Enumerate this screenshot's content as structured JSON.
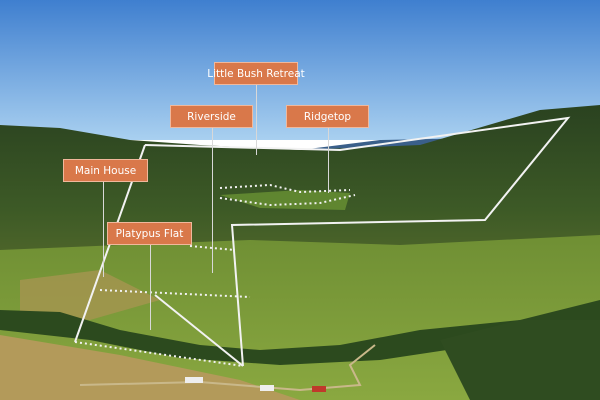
{
  "labels": {
    "little_bush_retreat": "Little Bush Retreat",
    "riverside": "Riverside",
    "ridgetop": "Ridgetop",
    "main_house": "Main House",
    "platypus_flat": "Platypus Flat"
  },
  "colors": {
    "label_bg": "#d9784a",
    "sky_top": "#3f7fcf",
    "sky_bottom": "#a9d0f0",
    "forest": "#2f4a22",
    "pasture": "#7fa33a"
  }
}
